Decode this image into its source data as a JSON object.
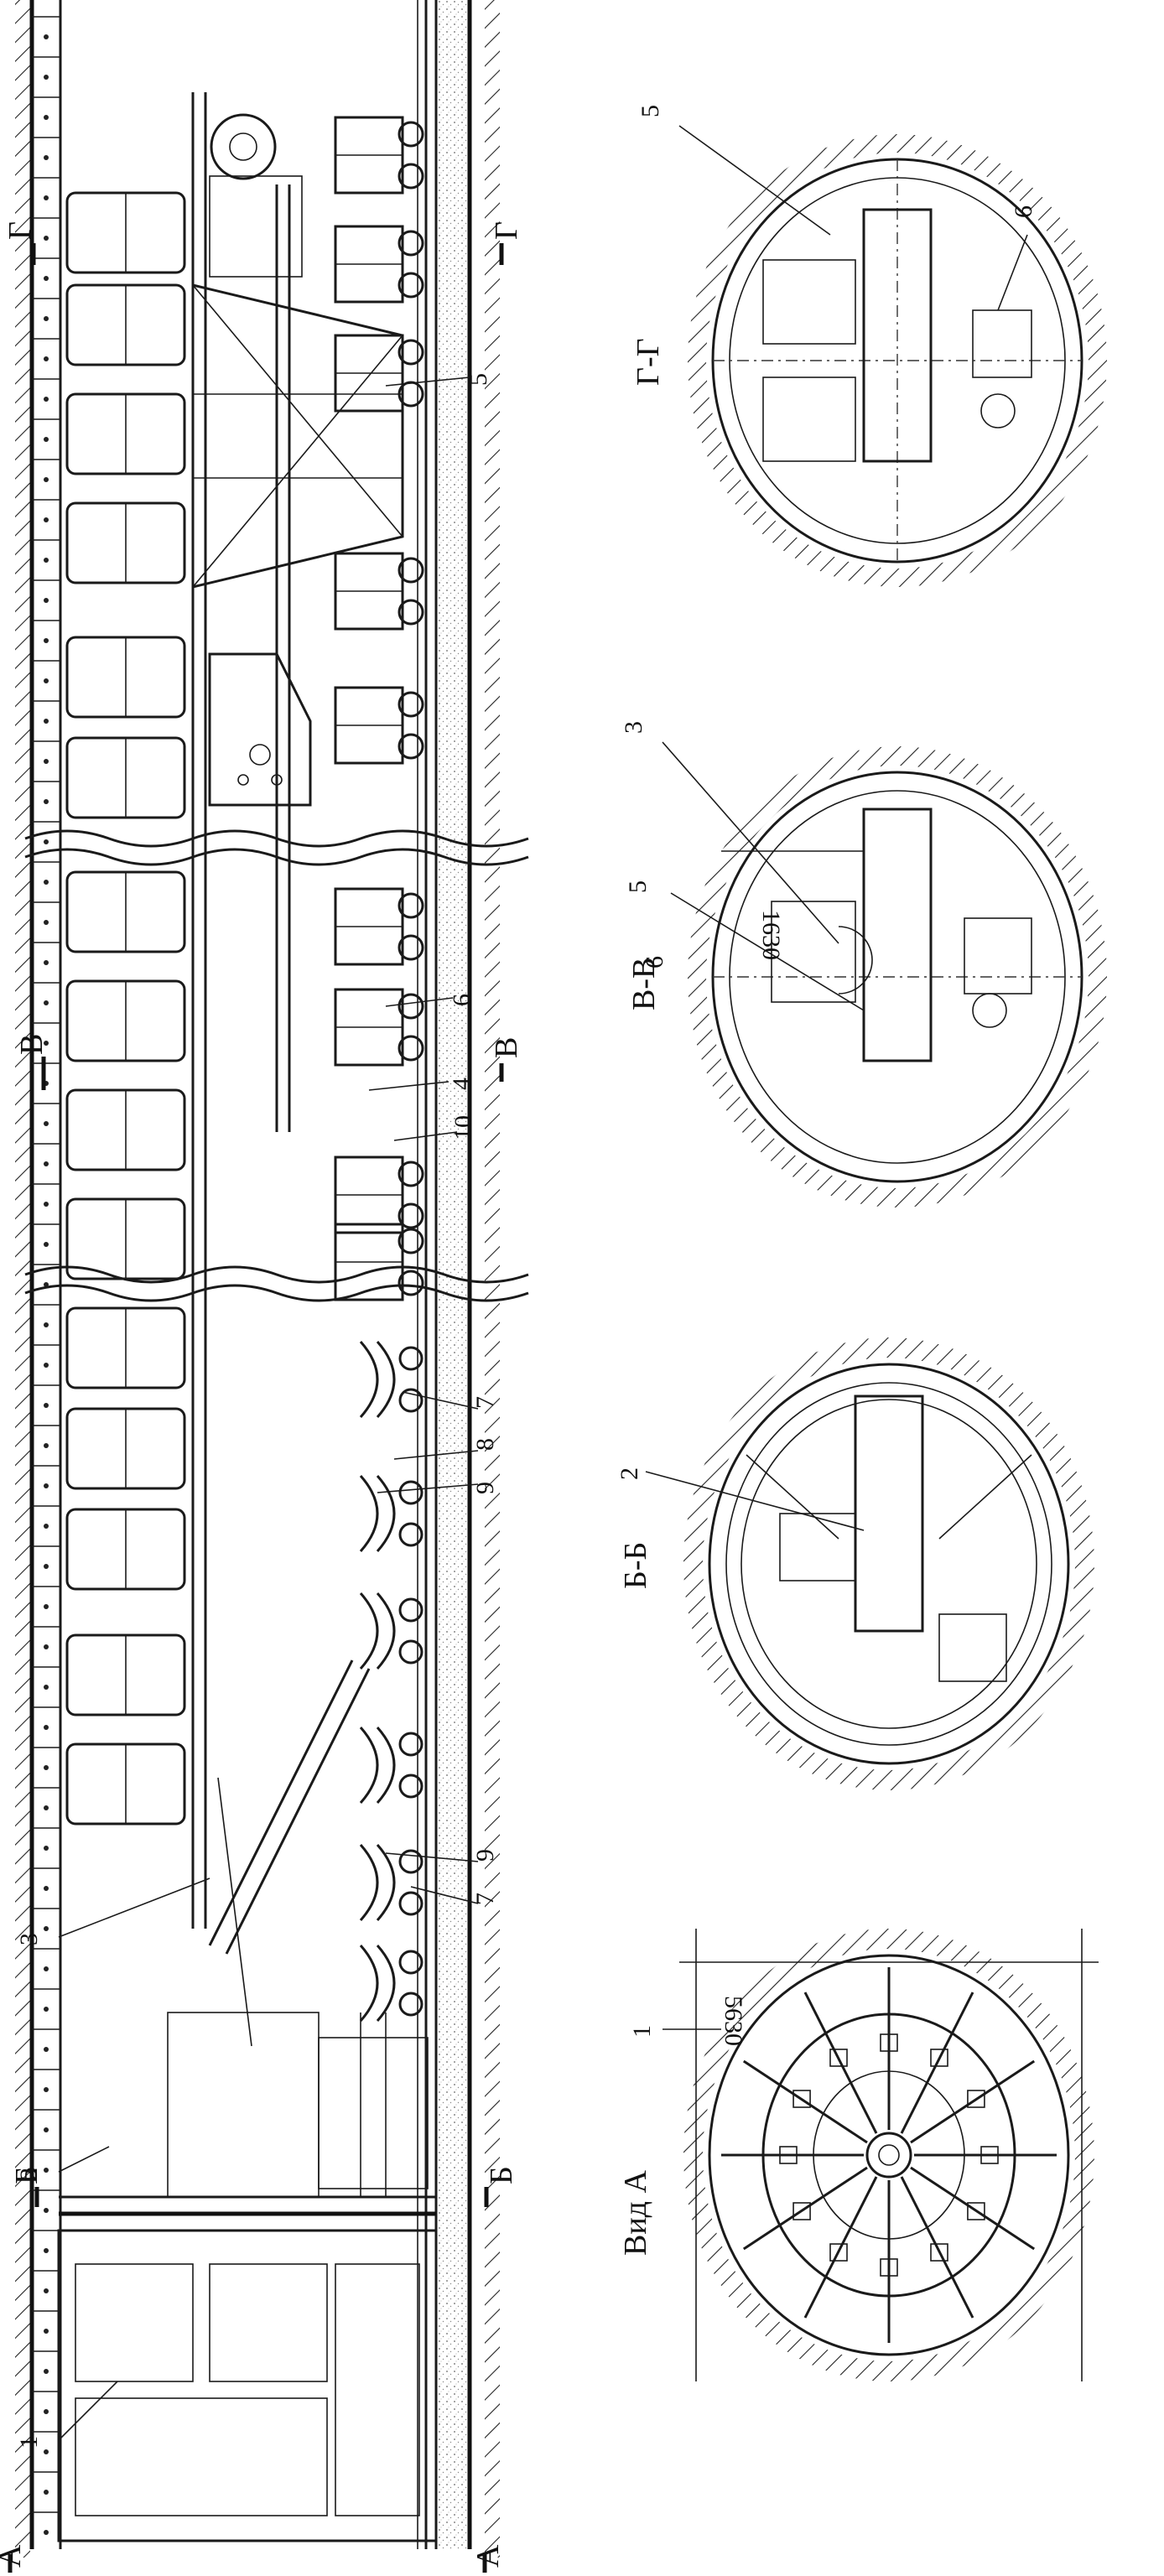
{
  "section_marks": {
    "a_top": "А",
    "a_bottom": "А",
    "b_top": "Б",
    "b_bottom": "Б",
    "v_top": "В",
    "v_bottom": "В",
    "g_top": "Г",
    "g_bottom": "Г"
  },
  "callouts": {
    "n1": "1",
    "n2": "2",
    "n3": "3",
    "n4": "4",
    "n5": "5",
    "n6": "6",
    "n7a": "7",
    "n7b": "7",
    "n8": "8",
    "n9a": "9",
    "n9b": "9",
    "n10": "10"
  },
  "views": {
    "view_a": {
      "title": "Вид А",
      "label": "1",
      "dimension": "5630"
    },
    "section_bb": {
      "title": "Б-Б",
      "label": "2"
    },
    "section_vv": {
      "title": "В-В",
      "labels": [
        "3",
        "5",
        "6"
      ],
      "dimension": "1630"
    },
    "section_gg": {
      "title": "Г-Г",
      "labels": [
        "5",
        "6"
      ]
    }
  }
}
